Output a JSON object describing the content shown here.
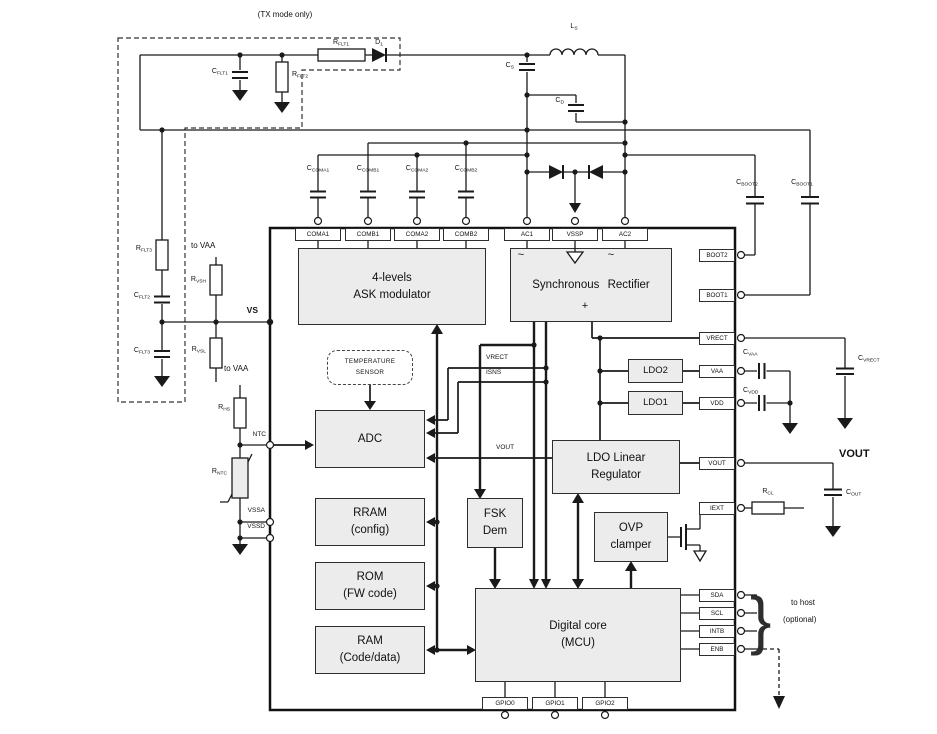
{
  "annotations": {
    "tx_mode": "(TX mode only)",
    "to_vaa_top": "to VAA",
    "to_vaa_bottom": "to VAA",
    "vs": "VS",
    "vout_net": "VOUT",
    "plus": "+",
    "tilde": "~",
    "to_host": "to host",
    "optional": "(optional)",
    "brace": "}"
  },
  "sense": {
    "vrect": "VRECT",
    "isns": "ISNS",
    "vout": "VOUT"
  },
  "blocks": {
    "ask": {
      "l1": "4-levels",
      "l2": "ASK modulator"
    },
    "rect": {
      "l1": "Synchronous Rectifier"
    },
    "temp": {
      "l1": "TEMPERATURE",
      "l2": "SENSOR"
    },
    "adc": {
      "l1": "ADC"
    },
    "rram": {
      "l1": "RRAM",
      "l2": "(config)"
    },
    "rom": {
      "l1": "ROM",
      "l2": "(FW code)"
    },
    "ram": {
      "l1": "RAM",
      "l2": "(Code/data)"
    },
    "fsk": {
      "l1": "FSK",
      "l2": "Dem"
    },
    "ldo": {
      "l1": "LDO Linear",
      "l2": "Regulator"
    },
    "ovp": {
      "l1": "OVP",
      "l2": "clamper"
    },
    "ldo2": {
      "l1": "LDO2"
    },
    "ldo1": {
      "l1": "LDO1"
    },
    "core": {
      "l1": "Digital core",
      "l2": "(MCU)"
    }
  },
  "pins": {
    "top": [
      "COMA1",
      "COMB1",
      "COMA2",
      "COMB2",
      "AC1",
      "VSSP",
      "AC2"
    ],
    "right": [
      "BOOT2",
      "BOOT1",
      "VRECT",
      "VAA",
      "VDD",
      "VOUT",
      "IEXT",
      "SDA",
      "SCL",
      "INTB",
      "ENB"
    ],
    "bottom": [
      "GPIO0",
      "GPIO1",
      "GPIO2"
    ],
    "left": [
      "NTC",
      "VSSA",
      "VSSD"
    ]
  },
  "components": {
    "cflt1": {
      "m": "C",
      "s": "FLT1"
    },
    "rflt2": {
      "m": "R",
      "s": "FLT2"
    },
    "rflt1": {
      "m": "R",
      "s": "FLT1"
    },
    "d1": {
      "m": "D",
      "s": "1"
    },
    "ls": {
      "m": "L",
      "s": "S"
    },
    "cs": {
      "m": "C",
      "s": "S"
    },
    "cd": {
      "m": "C",
      "s": "D"
    },
    "ccoma1": {
      "m": "C",
      "s": "COMA1"
    },
    "ccomb1": {
      "m": "C",
      "s": "COMB1"
    },
    "ccoma2": {
      "m": "C",
      "s": "COMA2"
    },
    "ccomb2": {
      "m": "C",
      "s": "COMB2"
    },
    "cboot2": {
      "m": "C",
      "s": "BOOT2"
    },
    "cboot1": {
      "m": "C",
      "s": "BOOT1"
    },
    "rflt3": {
      "m": "R",
      "s": "FLT3"
    },
    "rvsh": {
      "m": "R",
      "s": "VSH"
    },
    "cflt2": {
      "m": "C",
      "s": "FLT2"
    },
    "cflt3": {
      "m": "C",
      "s": "FLT3"
    },
    "rvsl": {
      "m": "R",
      "s": "VSL"
    },
    "rhs": {
      "m": "R",
      "s": "HS"
    },
    "rntc": {
      "m": "R",
      "s": "NTC"
    },
    "cvaa": {
      "m": "C",
      "s": "VAA"
    },
    "cvdd": {
      "m": "C",
      "s": "VDD"
    },
    "cvrect": {
      "m": "C",
      "s": "VRECT"
    },
    "rcl": {
      "m": "R",
      "s": "CL"
    },
    "cout": {
      "m": "C",
      "s": "OUT"
    }
  }
}
